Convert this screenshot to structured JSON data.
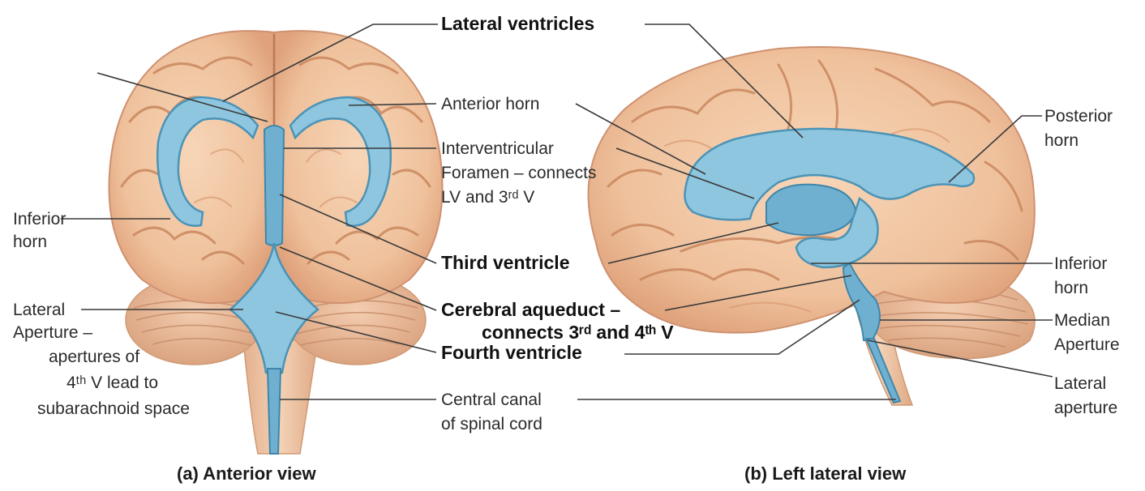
{
  "labels": {
    "lateral_ventricles": "Lateral ventricles",
    "anterior_horn": "Anterior horn",
    "interventricular_1": "Interventricular",
    "interventricular_2": "Foramen – connects",
    "interventricular_3": "LV and 3ʳᵈ V",
    "third_ventricle": "Third ventricle",
    "cerebral_aqueduct_1": "Cerebral aqueduct –",
    "cerebral_aqueduct_2": "connects 3ʳᵈ and 4ᵗʰ V",
    "fourth_ventricle": "Fourth ventricle",
    "central_canal_1": "Central canal",
    "central_canal_2": "of spinal cord",
    "inferior_horn_left_1": "Inferior",
    "inferior_horn_left_2": "horn",
    "lateral_aperture_left_1": "Lateral",
    "lateral_aperture_left_2": "Aperture –",
    "lateral_aperture_left_3": "apertures of",
    "lateral_aperture_left_4": "4ᵗʰ V lead to",
    "lateral_aperture_left_5": "subarachnoid space",
    "posterior_horn_1": "Posterior",
    "posterior_horn_2": "horn",
    "inferior_horn_right_1": "Inferior",
    "inferior_horn_right_2": "horn",
    "median_aperture_1": "Median",
    "median_aperture_2": "Aperture",
    "lateral_aperture_right_1": "Lateral",
    "lateral_aperture_right_2": "aperture"
  },
  "captions": {
    "anterior": "(a) Anterior view",
    "lateral": "(b) Left lateral view"
  },
  "colors": {
    "brain": "#f0c6a3",
    "brain_shadow": "#dba27c",
    "ventricle": "#8ec6df",
    "ventricle_outline": "#4c93b6",
    "background": "#ffffff"
  }
}
